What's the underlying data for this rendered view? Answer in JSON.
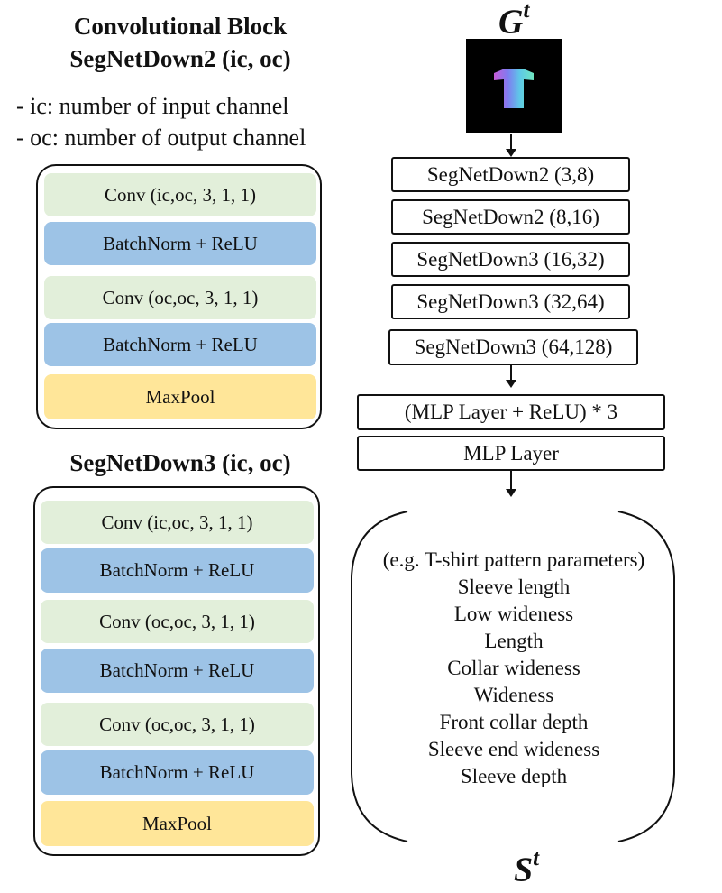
{
  "left": {
    "title_line1": "Convolutional Block",
    "title_line2": "SegNetDown2 (ic, oc)",
    "notes": [
      "- ic: number of input channel",
      "- oc: number of output channel"
    ],
    "block2": {
      "layers": [
        "Conv (ic,oc, 3, 1, 1)",
        "BatchNorm + ReLU",
        "Conv (oc,oc, 3, 1, 1)",
        "BatchNorm + ReLU",
        "MaxPool"
      ]
    },
    "block3": {
      "title": "SegNetDown3 (ic, oc)",
      "layers": [
        "Conv (ic,oc, 3, 1, 1)",
        "BatchNorm + ReLU",
        "Conv (oc,oc, 3, 1, 1)",
        "BatchNorm + ReLU",
        "Conv (oc,oc, 3, 1, 1)",
        "BatchNorm + ReLU",
        "MaxPool"
      ]
    }
  },
  "right": {
    "input_symbol": "G",
    "input_superscript": "t",
    "stages": [
      "SegNetDown2 (3,8)",
      "SegNetDown2 (8,16)",
      "SegNetDown3 (16,32)",
      "SegNetDown3 (32,64)",
      "SegNetDown3 (64,128)"
    ],
    "mlp": [
      "(MLP Layer + ReLU) * 3",
      "MLP Layer"
    ],
    "params_header": "(e.g. T-shirt pattern parameters)",
    "params": [
      "Sleeve length",
      "Low wideness",
      "Length",
      "Collar wideness",
      "Wideness",
      "Front collar depth",
      "Sleeve end wideness",
      "Sleeve depth"
    ],
    "output_symbol": "S",
    "output_superscript": "t"
  },
  "colors": {
    "conv": "#e2efda",
    "batchnorm": "#9dc3e6",
    "maxpool": "#ffe699"
  }
}
